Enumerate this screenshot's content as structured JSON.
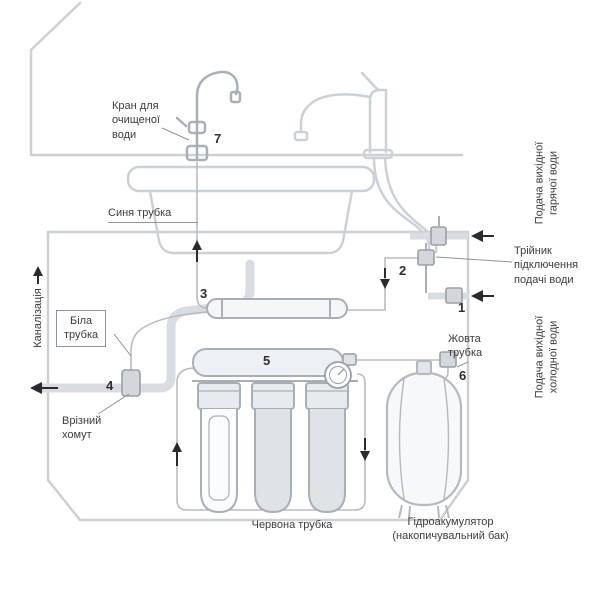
{
  "colors": {
    "line_light": "#ccd1d6",
    "line_mid": "#a9afb6",
    "pipe_fill": "#d9dde1",
    "arrow": "#2b2b2b",
    "text": "#3c3c3c"
  },
  "labels": {
    "clean_water_tap": "Кран для\nочищеної\nводи",
    "blue_tube": "Синя трубка",
    "sewage": "Каналізація",
    "white_tube": "Біла\nтрубка",
    "cut_in_clamp": "Врізний\nхомут",
    "hot_water_supply": "Подача вихідної\nгарячої води",
    "tee_connection": "Трійник\nпідключення\nподачі води",
    "cold_water_supply": "Подача вихідної\nхолодної води",
    "yellow_tube": "Жовта\nтрубка",
    "red_tube": "Червона трубка",
    "hydroaccumulator": "Гідроакумулятор\n(накопичувальний бак)"
  },
  "part_numbers": {
    "n1": "1",
    "n2": "2",
    "n3": "3",
    "n4": "4",
    "n5": "5",
    "n6": "6",
    "n7": "7"
  },
  "icons": {
    "up_arrow": "▲",
    "down_arrow": "▼",
    "left_arrow": "◀"
  }
}
